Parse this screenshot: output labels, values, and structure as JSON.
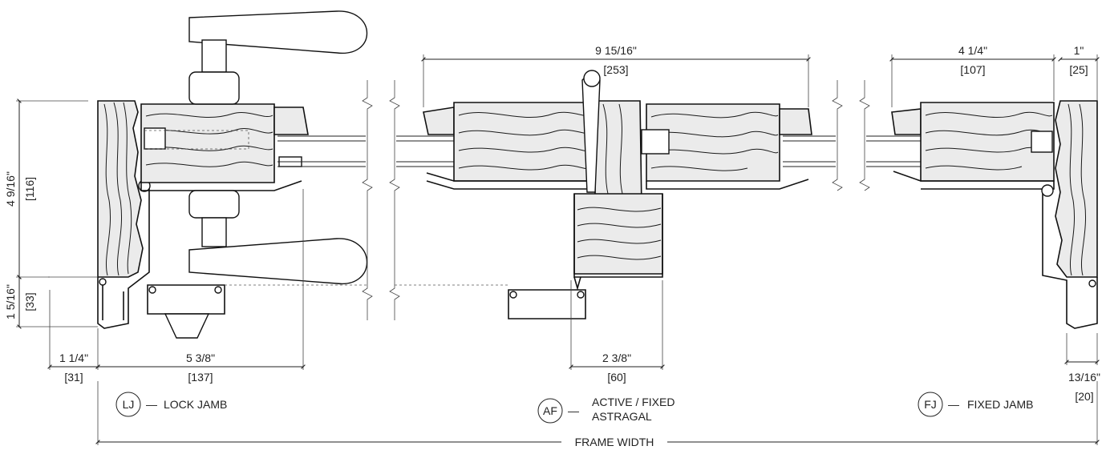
{
  "dimensions": {
    "top_astragal": {
      "imperial": "9 15/16\"",
      "metric": "[253]"
    },
    "top_fixed": {
      "imperial": "4 1/4\"",
      "metric": "[107]"
    },
    "top_jamb": {
      "imperial": "1\"",
      "metric": "[25]"
    },
    "left_panel": {
      "imperial": "4 9/16\"",
      "metric": "[116]"
    },
    "left_sill": {
      "imperial": "1 5/16\"",
      "metric": "[33]"
    },
    "bottom_jamb": {
      "imperial": "1 1/4\"",
      "metric": "[31]"
    },
    "bottom_lock": {
      "imperial": "5 3/8\"",
      "metric": "[137]"
    },
    "bottom_astragal": {
      "imperial": "2 3/8\"",
      "metric": "[60]"
    },
    "right_jamb": {
      "imperial": "13/16\"",
      "metric": "[20]"
    }
  },
  "labels": {
    "lock_jamb": {
      "tag": "LJ",
      "text": "LOCK JAMB"
    },
    "astragal": {
      "tag": "AF",
      "line1": "ACTIVE / FIXED",
      "line2": "ASTRAGAL"
    },
    "fixed_jamb": {
      "tag": "FJ",
      "text": "FIXED JAMB"
    }
  },
  "frame_width": "FRAME WIDTH",
  "separator": "—"
}
